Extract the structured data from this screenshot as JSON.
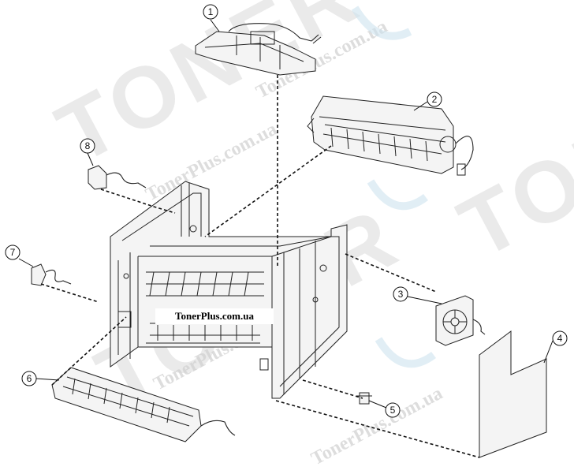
{
  "watermark": {
    "brand": "TONER",
    "site": "TonerPlus.com.ua"
  },
  "caption": "TonerPlus.com.ua",
  "callouts": [
    "1",
    "2",
    "3",
    "4",
    "5",
    "6",
    "7",
    "8"
  ]
}
